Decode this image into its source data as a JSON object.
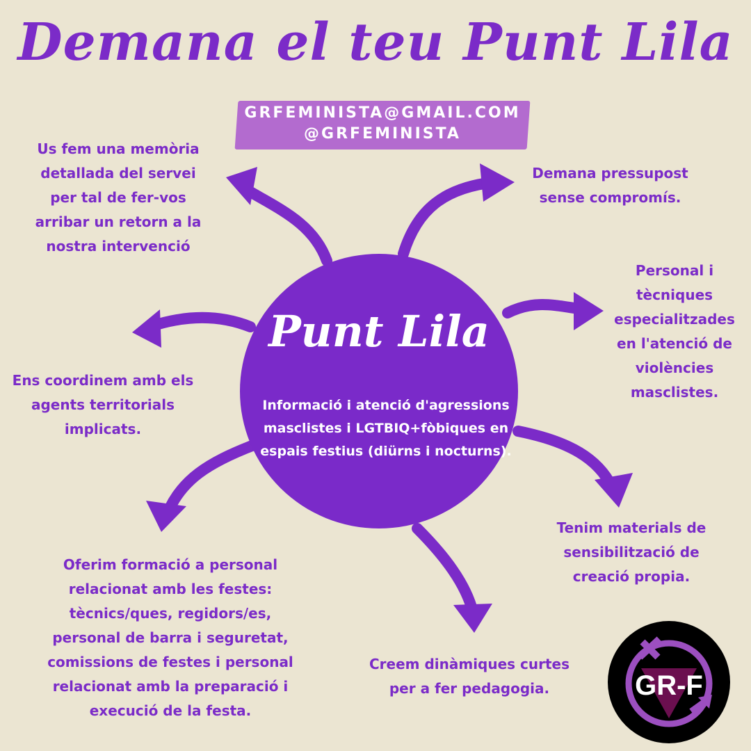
{
  "title": "Demana el teu Punt Lila",
  "contact": {
    "email": "GRFEMINISTA@GMAIL.COM",
    "handle": "@GRFEMINISTA"
  },
  "center": {
    "title": "Punt Lila",
    "lines": [
      "Informació i atenció  d'agressions",
      "masclistes i LGTBIQ+fòbiques en",
      "espais festius (diürns i nocturns)."
    ]
  },
  "items": {
    "top_left": [
      "Us fem una memòria",
      "detallada del servei",
      "per tal de fer-vos",
      "arribar un retorn a la",
      "nostra intervenció"
    ],
    "top_right": [
      "Demana pressupost",
      "sense compromís."
    ],
    "right": [
      "Personal i",
      "tècniques",
      "especialitzades",
      "en l'atenció de",
      "violències",
      "masclistes."
    ],
    "left": [
      "Ens coordinem amb els",
      "agents territorials",
      "implicats."
    ],
    "bottom_right": [
      "Tenim materials de",
      "sensibilització de",
      "creació propia."
    ],
    "bottom_left": [
      "Oferim formació a personal",
      "relacionat amb les festes:",
      "tècnics/ques, regidors/es,",
      "personal de barra i seguretat,",
      "comissions de festes i personal",
      "relacionat amb la preparació i",
      "execució de la festa."
    ],
    "bottom_center": [
      "Creem dinàmiques curtes",
      "per a fer pedagogia."
    ]
  },
  "logo": {
    "text": "GR-F"
  },
  "colors": {
    "purple": "#7b2bc8",
    "background": "#ebe5d2",
    "brush": "#b36bcf"
  }
}
